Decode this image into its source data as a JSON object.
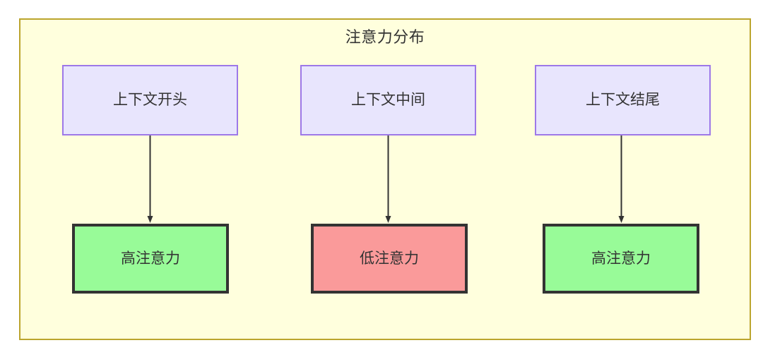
{
  "diagram": {
    "title": "注意力分布",
    "background_color": "#ffffdd",
    "border_color": "#bba52e",
    "canvas_background": "#ffffff",
    "edge_color": "#333333",
    "nodes": {
      "context": [
        {
          "id": "ctx-start",
          "label": "上下文开头",
          "fill": "#e8e5fd",
          "stroke": "#9d78e8"
        },
        {
          "id": "ctx-middle",
          "label": "上下文中间",
          "fill": "#e8e5fd",
          "stroke": "#9d78e8"
        },
        {
          "id": "ctx-end",
          "label": "上下文结尾",
          "fill": "#e8e5fd",
          "stroke": "#9d78e8"
        }
      ],
      "attention": [
        {
          "id": "att-high-start",
          "label": "高注意力",
          "fill": "#98fb98",
          "stroke": "#333333"
        },
        {
          "id": "att-low-middle",
          "label": "低注意力",
          "fill": "#fa9a9a",
          "stroke": "#333333"
        },
        {
          "id": "att-high-end",
          "label": "高注意力",
          "fill": "#98fb98",
          "stroke": "#333333"
        }
      ]
    },
    "edges": [
      {
        "from": "ctx-start",
        "to": "att-high-start",
        "label": "",
        "arrow": "down"
      },
      {
        "from": "ctx-middle",
        "to": "att-low-middle",
        "label": "",
        "arrow": "down"
      },
      {
        "from": "ctx-end",
        "to": "att-high-end",
        "label": "",
        "arrow": "down"
      }
    ]
  }
}
